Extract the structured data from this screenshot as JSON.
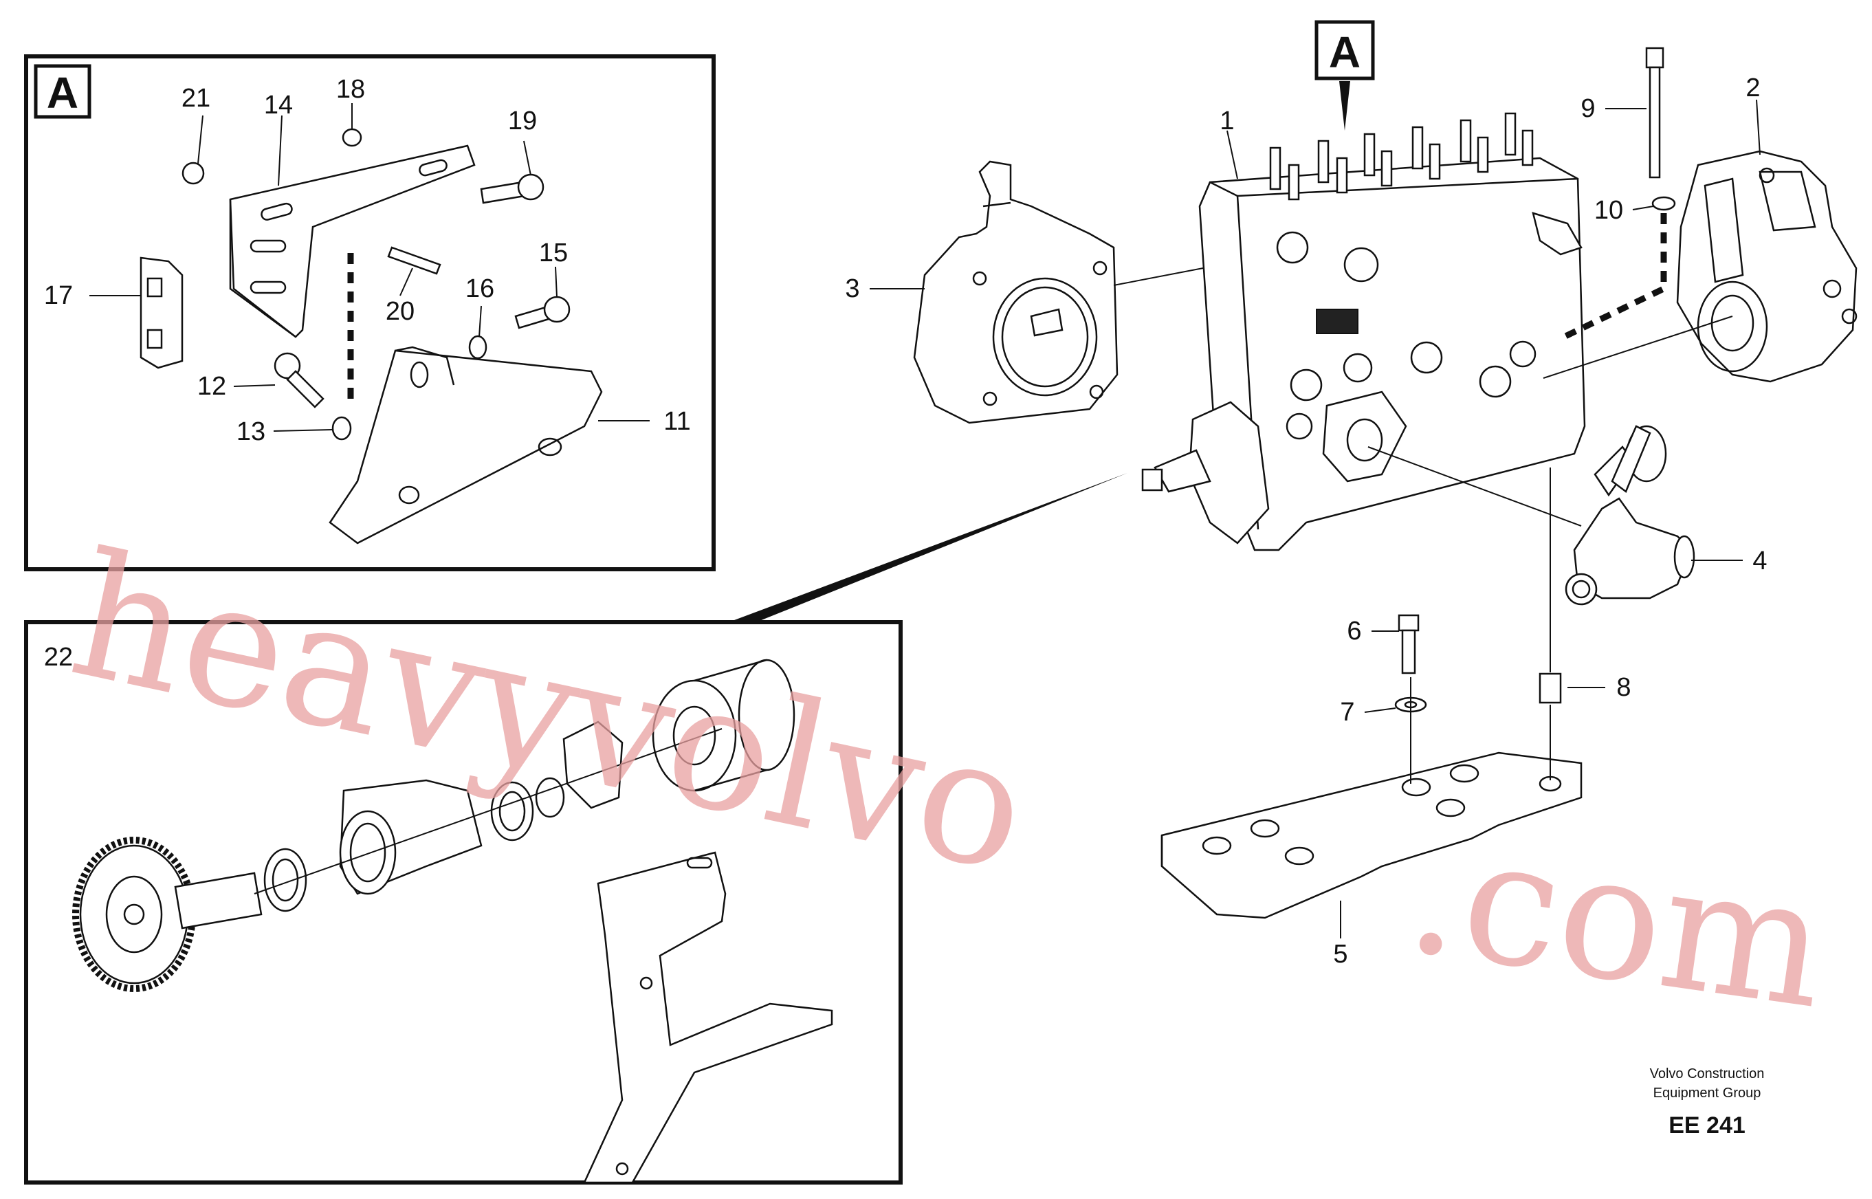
{
  "detail_labels": {
    "detail_a_top": "A",
    "detail_a_box": "A"
  },
  "callouts": {
    "c1": "1",
    "c2": "2",
    "c3": "3",
    "c4": "4",
    "c5": "5",
    "c6": "6",
    "c7": "7",
    "c8": "8",
    "c9": "9",
    "c10": "10",
    "c11": "11",
    "c12": "12",
    "c13": "13",
    "c14": "14",
    "c15": "15",
    "c16": "16",
    "c17": "17",
    "c18": "18",
    "c19": "19",
    "c20": "20",
    "c21": "21",
    "c22": "22"
  },
  "credit": {
    "line1": "Volvo Construction",
    "line2": "Equipment Group"
  },
  "drawing_code": "EE 241",
  "watermark": {
    "word1": "heavyvolvo",
    "word2": ".com",
    "color": "#e8a0a0"
  }
}
